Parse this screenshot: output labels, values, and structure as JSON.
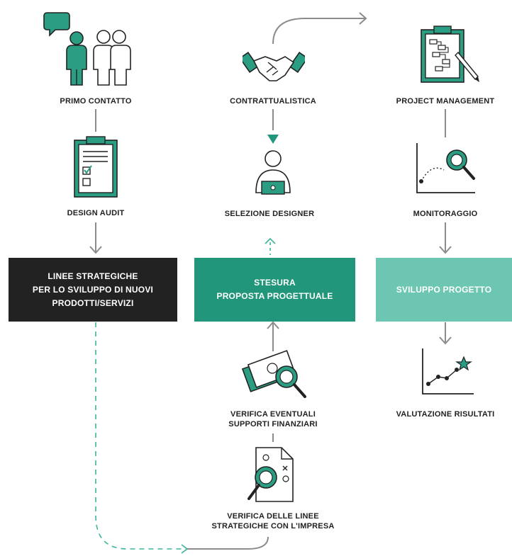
{
  "colors": {
    "teal_dark": "#2a9d82",
    "teal_mid": "#22967a",
    "teal_light": "#6cc6b1",
    "black_box": "#222222",
    "line_gray": "#8c8c8c",
    "dashed_teal": "#3bb59a"
  },
  "steps": {
    "primo_contatto": "PRIMO CONTATTO",
    "design_audit": "DESIGN AUDIT",
    "contrattualistica": "CONTRATTUALISTICA",
    "selezione_designer": "SELEZIONE DESIGNER",
    "project_management": "PROJECT MANAGEMENT",
    "monitoraggio": "MONITORAGGIO",
    "verifica_supporti": [
      "VERIFICA EVENTUALI",
      "SUPPORTI FINANZIARI"
    ],
    "verifica_linee": [
      "VERIFICA DELLE LINEE",
      "STRATEGICHE CON L'IMPRESA"
    ],
    "valutazione_risultati": "VALUTAZIONE RISULTATI"
  },
  "boxes": {
    "linee_strategiche": [
      "LINEE STRATEGICHE",
      "PER LO SVILUPPO DI NUOVI",
      "PRODOTTI/SERVIZI"
    ],
    "stesura_proposta": [
      "STESURA",
      "PROPOSTA PROGETTUALE"
    ],
    "sviluppo_progetto": [
      "SVILUPPO PROGETTO"
    ]
  },
  "icons": {
    "primo_contatto": "people-speech-icon",
    "design_audit": "clipboard-checklist-icon",
    "contrattualistica": "handshake-icon",
    "selezione_designer": "person-laptop-icon",
    "project_management": "clipboard-plan-pencil-icon",
    "monitoraggio": "chart-magnifier-icon",
    "verifica_supporti": "money-magnifier-icon",
    "verifica_linee": "document-magnifier-icon",
    "valutazione_risultati": "chart-star-icon"
  }
}
